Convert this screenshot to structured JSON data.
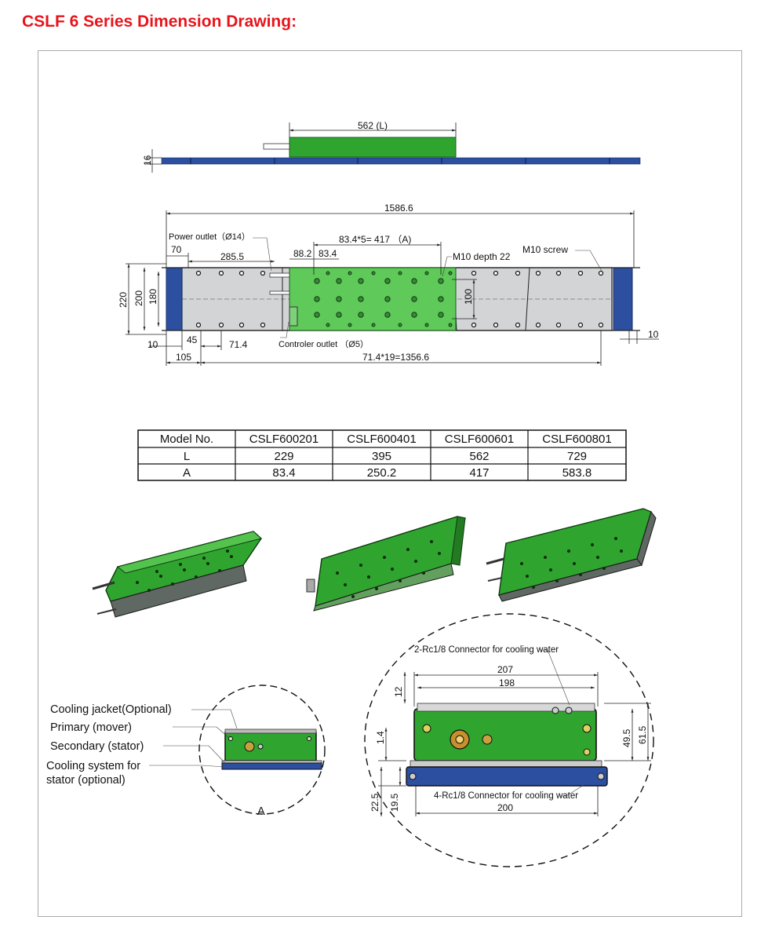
{
  "page": {
    "title": "CSLF 6 Series Dimension Drawing:"
  },
  "colors": {
    "title": "#e8141b",
    "mover_green": "#2fa52f",
    "light_green": "#5fc95a",
    "stator_blue": "#2c4fa0",
    "stator_grey": "#d2d4d6"
  },
  "top_view": {
    "mover_length": "562 (L)",
    "height": "16"
  },
  "plan_view": {
    "overall_length": "1586.6",
    "power_outlet": "Power outlet（Ø14）",
    "hole_pitch": "83.4*5= 417 （A)",
    "offset_70": "70",
    "offset_285": "285.5",
    "dim_88": "88.2",
    "dim_83": "83.4",
    "m10_depth": "M10 depth 22",
    "m10_screw": "M10 screw",
    "h220": "220",
    "h200": "200",
    "h180": "180",
    "h100": "100",
    "d10_left": "10",
    "d45": "45",
    "d71": "71.4",
    "d105": "105",
    "controller_outlet": "Controler outlet （Ø5）",
    "pitch_total": "71.4*19=1356.6",
    "d10_right": "10"
  },
  "table": {
    "headers": [
      "Model No.",
      "CSLF600201",
      "CSLF600401",
      "CSLF600601",
      "CSLF600801"
    ],
    "rows": [
      [
        "L",
        "229",
        "395",
        "562",
        "729"
      ],
      [
        "A",
        "83.4",
        "250.2",
        "417",
        "583.8"
      ]
    ]
  },
  "detail_left": {
    "labels": [
      "Cooling jacket(Optional)",
      "Primary (mover)",
      "Secondary (stator)",
      "Cooling system for",
      "stator (optional)"
    ],
    "section_mark": "A"
  },
  "detail_right": {
    "connector_top": "2-Rc1/8 Connector for cooling water",
    "w207": "207",
    "w198": "198",
    "h12": "12",
    "h14": "1.4",
    "h49": "49.5",
    "h61": "61.5",
    "h22": "22.5",
    "h19": "19.5",
    "connector_bottom": "4-Rc1/8 Connector for cooling water",
    "w200": "200"
  }
}
